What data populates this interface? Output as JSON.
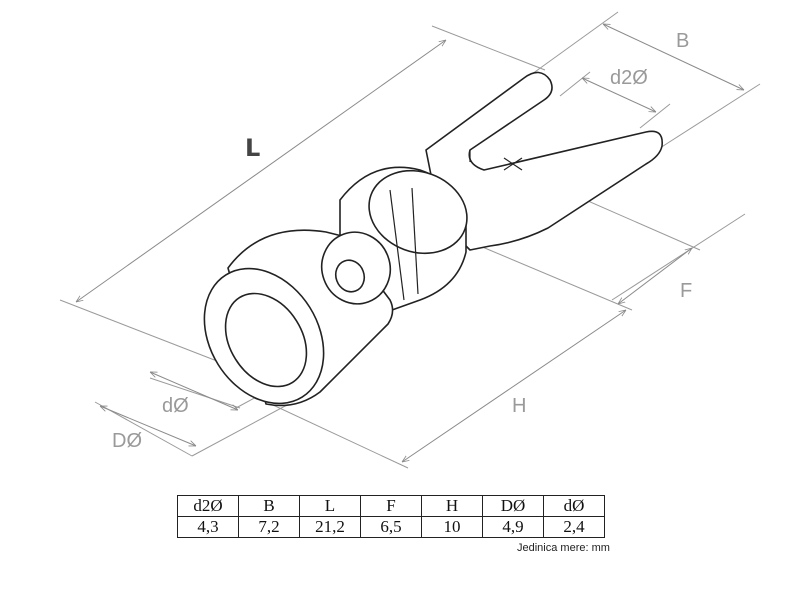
{
  "labels": {
    "L": "L",
    "B": "B",
    "d2": "d2Ø",
    "F": "F",
    "H": "H",
    "d": "dØ",
    "D": "DØ"
  },
  "table": {
    "headers": [
      "d2Ø",
      "B",
      "L",
      "F",
      "H",
      "DØ",
      "dØ"
    ],
    "values": [
      "4,3",
      "7,2",
      "21,2",
      "6,5",
      "10",
      "4,9",
      "2,4"
    ]
  },
  "units_note": "Jedinica mere: mm"
}
